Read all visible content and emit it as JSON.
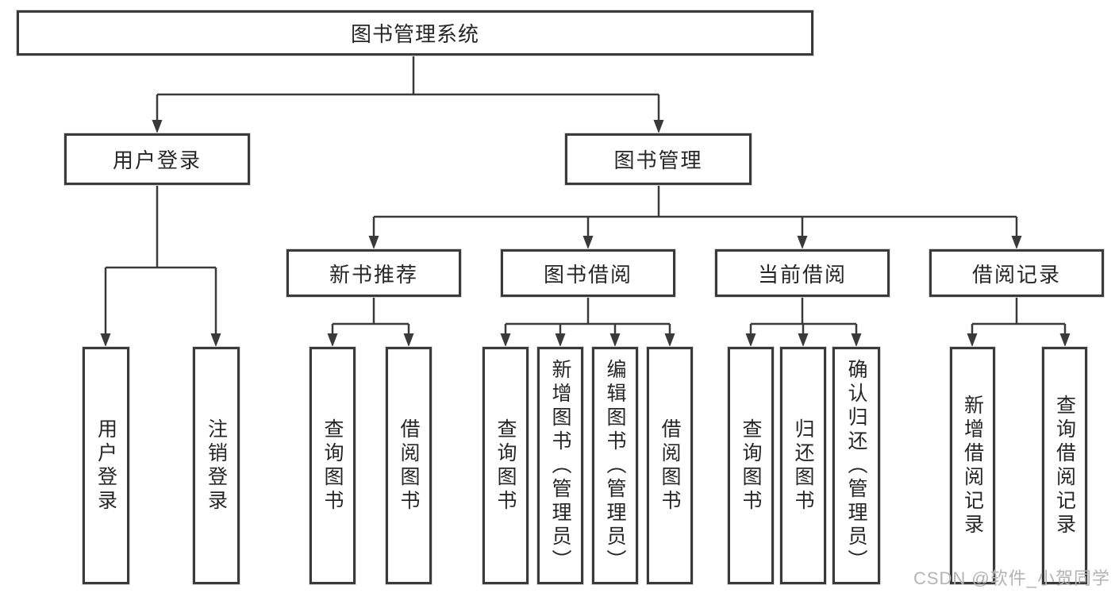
{
  "diagram_title": "图书管理系统",
  "tree": {
    "label": "图书管理系统",
    "children": [
      {
        "label": "用户登录",
        "children": [
          {
            "label": "用户登录"
          },
          {
            "label": "注销登录"
          }
        ]
      },
      {
        "label": "图书管理",
        "children": [
          {
            "label": "新书推荐",
            "children": [
              {
                "label": "查询图书"
              },
              {
                "label": "借阅图书"
              }
            ]
          },
          {
            "label": "图书借阅",
            "children": [
              {
                "label": "查询图书"
              },
              {
                "label": "新增图书（管理员）"
              },
              {
                "label": "编辑图书（管理员）"
              },
              {
                "label": "借阅图书"
              }
            ]
          },
          {
            "label": "当前借阅",
            "children": [
              {
                "label": "查询图书"
              },
              {
                "label": "归还图书"
              },
              {
                "label": "确认归还（管理员）"
              }
            ]
          },
          {
            "label": "借阅记录",
            "children": [
              {
                "label": "新增借阅记录"
              },
              {
                "label": "查询借阅记录"
              }
            ]
          }
        ]
      }
    ]
  },
  "watermark": {
    "text": "CSDN @软件_小贺同学"
  },
  "colors": {
    "line": "#3a3a3a",
    "text": "#262626",
    "box_background": "#ffffff",
    "watermark": "#b3b3b3",
    "background": "#ffffff"
  }
}
